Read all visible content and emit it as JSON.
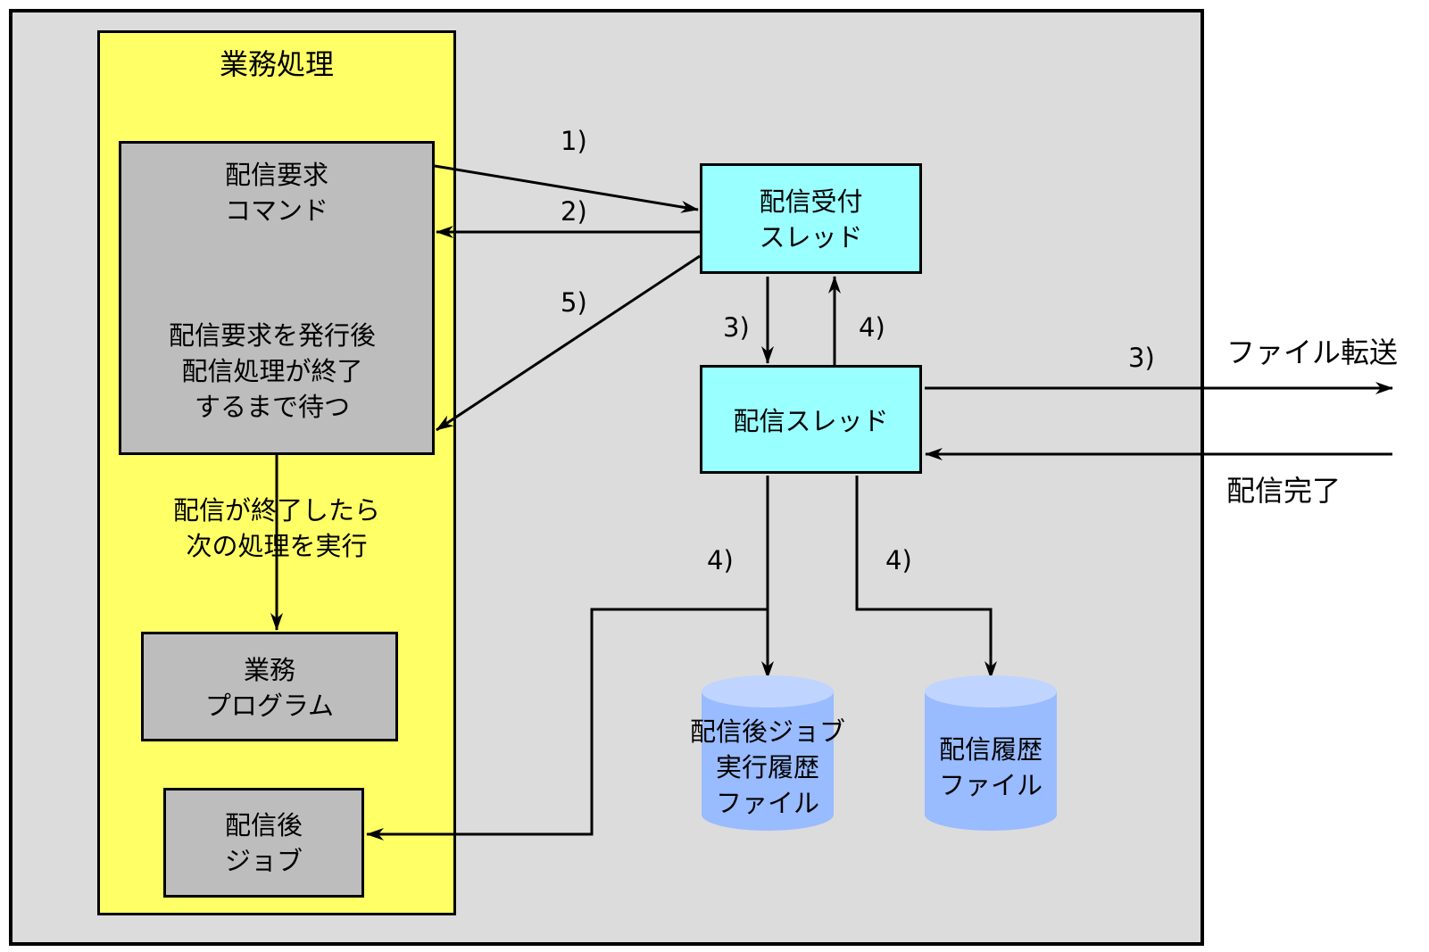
{
  "business_area": {
    "title": "業務処理"
  },
  "request_box": {
    "title_line1": "配信要求",
    "title_line2": "コマンド",
    "desc_line1": "配信要求を発行後",
    "desc_line2": "配信処理が終了",
    "desc_line3": "するまで待つ"
  },
  "after_finish_note": {
    "line1": "配信が終了したら",
    "line2": "次の処理を実行"
  },
  "business_program": {
    "line1": "業務",
    "line2": "プログラム"
  },
  "post_job": {
    "line1": "配信後",
    "line2": "ジョブ"
  },
  "accept_thread": {
    "line1": "配信受付",
    "line2": "スレッド"
  },
  "delivery_thread": {
    "label": "配信スレッド"
  },
  "post_job_history_db": {
    "line1": "配信後ジョブ",
    "line2": "実行履歴",
    "line3": "ファイル"
  },
  "history_db": {
    "line1": "配信履歴",
    "line2": "ファイル"
  },
  "step_labels": {
    "s1": "1)",
    "s2": "2)",
    "s5": "5)",
    "s3_down": "3)",
    "s4_up": "4)",
    "s3_transfer": "3)",
    "s4_left": "4)",
    "s4_right": "4)"
  },
  "external": {
    "file_transfer": "ファイル転送",
    "delivery_complete": "配信完了"
  },
  "colors": {
    "background": "#dcdcdc",
    "business_area": "#ffff66",
    "box_grey": "#bdbdbd",
    "thread_cyan": "#99ffff",
    "database_blue": "#99bbff",
    "database_top": "#bfd4ff"
  }
}
